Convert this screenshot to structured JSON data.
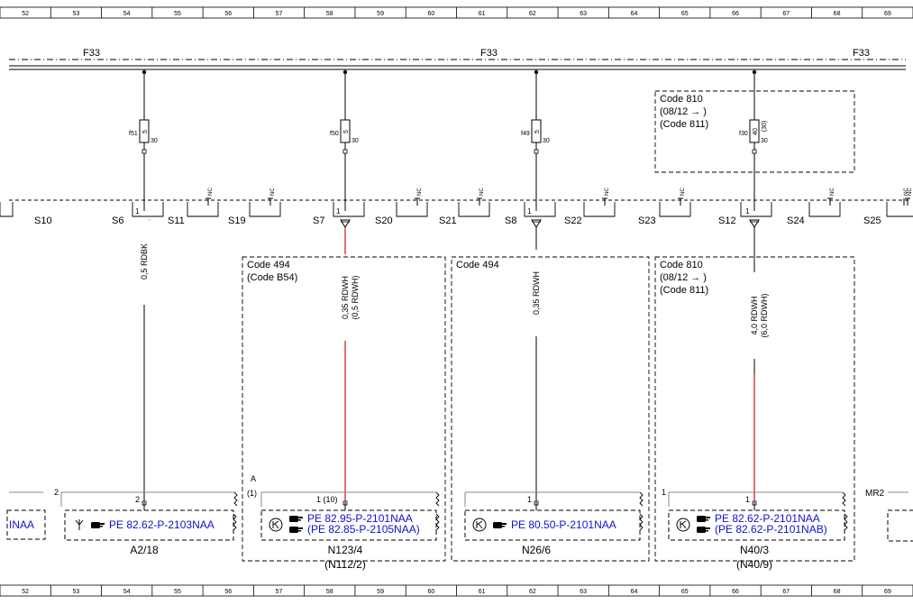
{
  "ruler": {
    "columns": [
      "52",
      "53",
      "54",
      "55",
      "56",
      "57",
      "58",
      "59",
      "60",
      "61",
      "62",
      "63",
      "64",
      "65",
      "66",
      "67",
      "68",
      "69"
    ]
  },
  "bus": {
    "label_left": "F33",
    "label_mid": "F33",
    "label_right": "F33"
  },
  "fuses": [
    {
      "id": "f51",
      "rating": "5",
      "terminal": "30"
    },
    {
      "id": "f50",
      "rating": "5",
      "terminal": "30"
    },
    {
      "id": "f49",
      "rating": "5",
      "terminal": "30"
    },
    {
      "id": "f30",
      "rating": "40",
      "alt_rating": "(30)",
      "terminal": "30"
    }
  ],
  "fuse_code_box": {
    "line1": "Code 810",
    "line2": "(08/12 → )",
    "line3": "(Code 811)"
  },
  "nc_label": "NC",
  "splices": [
    {
      "id": "S10"
    },
    {
      "id": "S6"
    },
    {
      "id": "S11"
    },
    {
      "id": "S19"
    },
    {
      "id": "S7"
    },
    {
      "id": "S20"
    },
    {
      "id": "S21"
    },
    {
      "id": "S8"
    },
    {
      "id": "S22"
    },
    {
      "id": "S23"
    },
    {
      "id": "S12"
    },
    {
      "id": "S24"
    },
    {
      "id": "S25"
    }
  ],
  "splice_pin": "1",
  "wires": [
    {
      "label": "0,5 RDBK",
      "alt": ""
    },
    {
      "label": "0,35 RDWH",
      "alt": "(0,5 RDWH)"
    },
    {
      "label": "0,35 RDWH",
      "alt": ""
    },
    {
      "label": "4,0 RDWH",
      "alt": "(6,0 RDWH)"
    }
  ],
  "code_boxes": [
    {
      "line1": "Code 494",
      "line2": "(Code B54)",
      "line3": ""
    },
    {
      "line1": "Code 494",
      "line2": "",
      "line3": ""
    },
    {
      "line1": "Code 810",
      "line2": "(08/12 → )",
      "line3": "(Code 811)"
    }
  ],
  "variant_marker": {
    "label": "A",
    "pin": "(1)"
  },
  "components": [
    {
      "id": "A2/18",
      "alt_id": "",
      "pin": "2",
      "pin2": "2",
      "refs": [
        "PE 82.62-P-2103NAA"
      ]
    },
    {
      "id": "N123/4",
      "alt_id": "(N112/2)",
      "pin": "1  (10)",
      "refs": [
        "PE 82.95-P-2101NAA",
        "(PE 82.85-P-2105NAA)"
      ]
    },
    {
      "id": "N26/6",
      "alt_id": "",
      "pin": "1",
      "refs": [
        "PE 80.50-P-2101NAA"
      ]
    },
    {
      "id": "N40/3",
      "alt_id": "(N40/9)",
      "pin": "1",
      "pin2": "1",
      "refs": [
        "PE 82.62-P-2101NAA",
        "(PE 82.62-P-2101NAB)"
      ]
    }
  ],
  "edge_left_ref": "INAA",
  "edge_right_id": "MR2",
  "colors": {
    "line": "#000000",
    "wire_red": "#d01010",
    "link": "#1010d0",
    "shade": "#8a8a8a"
  }
}
